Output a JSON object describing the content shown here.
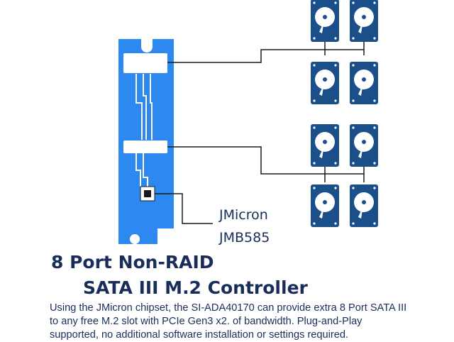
{
  "controller": {
    "chip_name": "JMicron",
    "chip_model": "JMB585"
  },
  "headline": {
    "line1": "8 Port Non-RAID",
    "line2": "SATA III M.2 Controller"
  },
  "description": {
    "line1": "Using the JMicron chipset, the SI-ADA40170 can provide extra 8 Port SATA III",
    "line2": "to any free M.2 slot with PCIe Gen3 x2. of bandwidth. Plug-and-Play",
    "line3": "supported, no additional software installation or settings required."
  },
  "colors": {
    "board": "#2d89ef",
    "drive": "#1a4f8a",
    "text": "#1a2d5a",
    "line": "#1a1a1a"
  },
  "drive_groups": [
    {
      "name": "upper-drive-group",
      "drive_count": 4
    },
    {
      "name": "lower-drive-group",
      "drive_count": 4
    }
  ]
}
